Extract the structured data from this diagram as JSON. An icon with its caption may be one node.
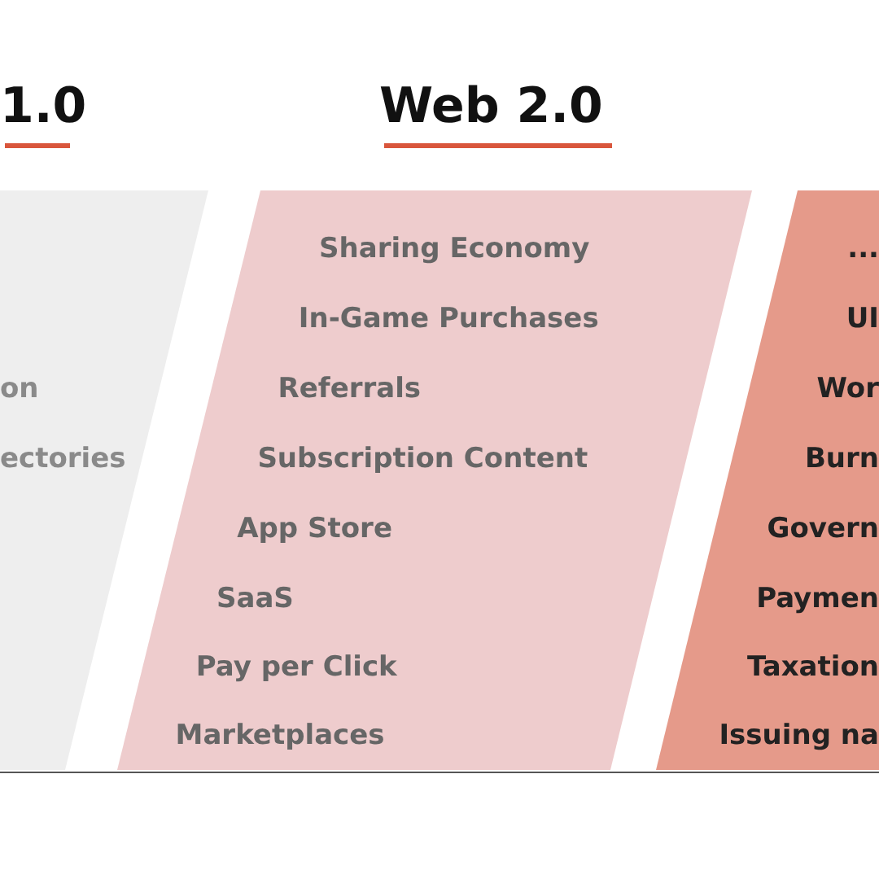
{
  "diagram": {
    "nodes": [
      {
        "text": [
          "1.0",
          "on",
          "ectories"
        ]
      },
      {
        "text": [
          "Web 2.0",
          "Sharing Economy",
          "In-Game Purchases",
          "Referrals",
          "Subscription Content",
          "App Store",
          "SaaS",
          "Pay per Click",
          "Marketplaces"
        ]
      },
      {
        "text": [
          "...",
          "UI",
          "Wor",
          "Burn",
          "Govern",
          "Paymen",
          "Taxation",
          "Issuing na"
        ]
      }
    ]
  }
}
